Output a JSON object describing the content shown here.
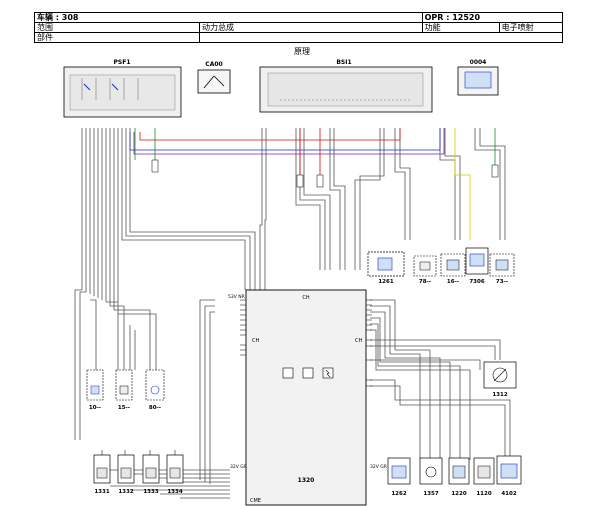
{
  "header": {
    "vehicle_label": "车辆 : 308",
    "opr_label": "OPR : 12520",
    "scope_label": "范围",
    "scope_value": "动力总成",
    "function_label": "功能",
    "function_value": "电子喷射",
    "component_label": "部件"
  },
  "subtitle": "原理",
  "components": {
    "psf1": "PSF1",
    "ca00": "CA00",
    "bsi1": "BSI1",
    "c0004": "0004",
    "ecu": "1320",
    "c1261": "1261",
    "c78": "78--",
    "c16": "16--",
    "c7306": "7306",
    "c73": "73--",
    "c1312": "1312",
    "c10": "10--",
    "c15": "15--",
    "c80": "80--",
    "c1331": "1331",
    "c1332": "1332",
    "c1333": "1333",
    "c1334": "1334",
    "c1262": "1262",
    "c1357": "1357",
    "c1220": "1220",
    "c1120": "1120",
    "c4102": "4102"
  },
  "connectors": {
    "ch_top": "CH",
    "ch_left": "CH",
    "ch_right": "CH",
    "cme": "CME",
    "v53": "53V NR",
    "v32": "32V GR",
    "v32b": "32V GR"
  },
  "colors": {
    "red": "#d01010",
    "blue": "#1a2ec8",
    "green": "#1a8a2a",
    "yellow": "#d8c800",
    "purple": "#7a2a9a",
    "gray": "#555555"
  }
}
